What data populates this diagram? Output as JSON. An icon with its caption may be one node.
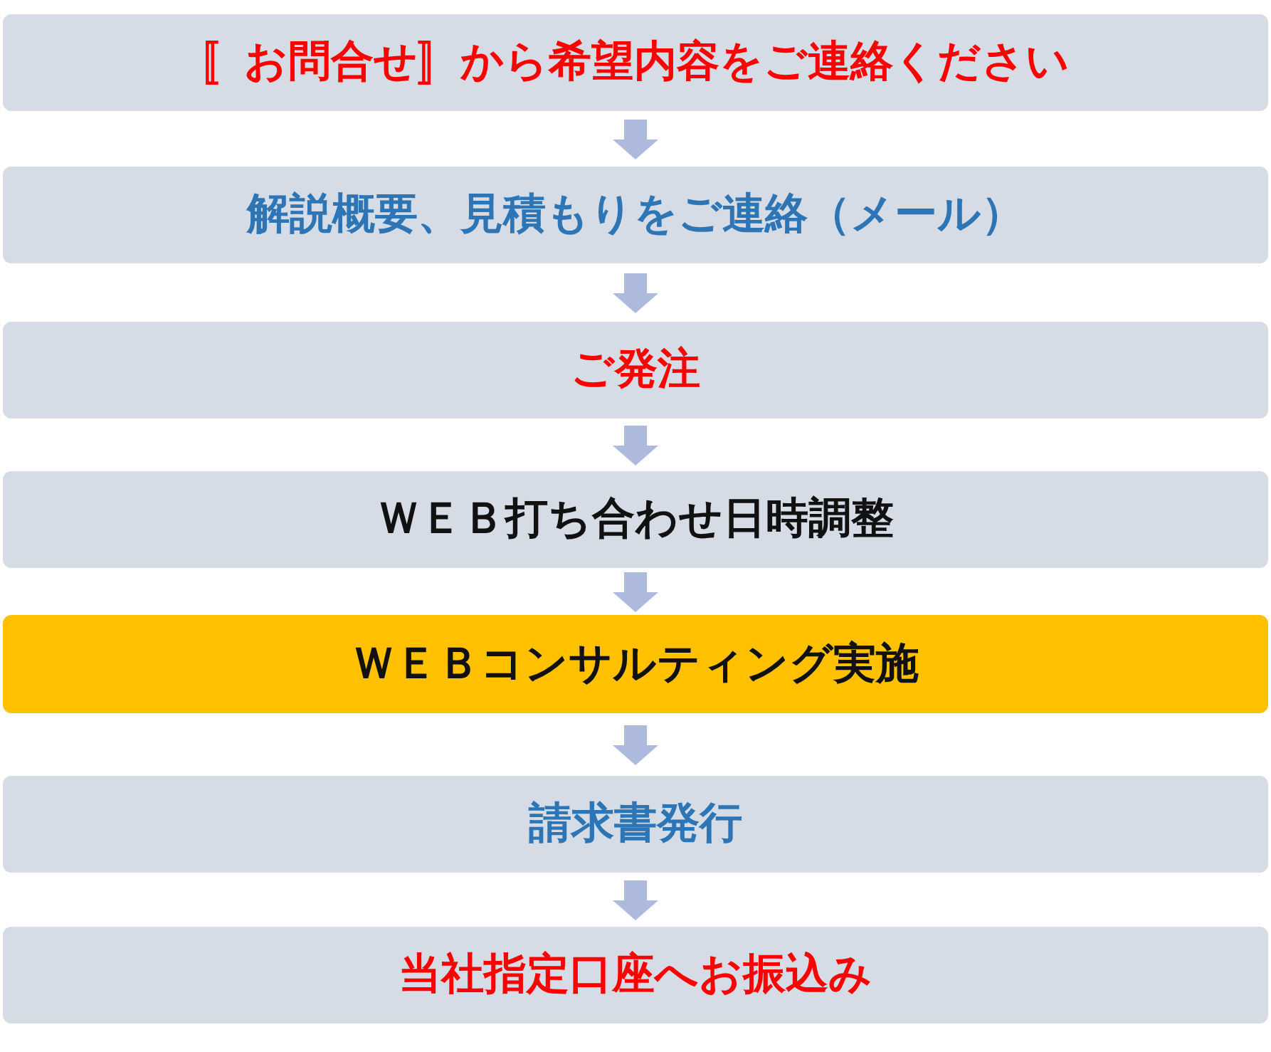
{
  "diagram": {
    "nodes": [
      {
        "text": [
          "〚お問合せ〛から希望内容をご連絡ください"
        ]
      },
      {
        "text": [
          "解説概要、見積もりをご連絡（メール）"
        ]
      },
      {
        "text": [
          "ご発注"
        ]
      },
      {
        "text": [
          "ＷＥＢ打ち合わせ日時調整"
        ]
      },
      {
        "text": [
          "ＷＥＢコンサルティング実施"
        ]
      },
      {
        "text": [
          "請求書発行"
        ]
      },
      {
        "text": [
          "当社指定口座へお振込み"
        ]
      }
    ],
    "edges": [
      {
        "from": 0,
        "to": 1,
        "arrow": "to"
      },
      {
        "from": 1,
        "to": 2,
        "arrow": "to"
      },
      {
        "from": 2,
        "to": 3,
        "arrow": "to"
      },
      {
        "from": 3,
        "to": 4,
        "arrow": "to"
      },
      {
        "from": 4,
        "to": 5,
        "arrow": "to"
      },
      {
        "from": 5,
        "to": 6,
        "arrow": "to"
      }
    ]
  }
}
